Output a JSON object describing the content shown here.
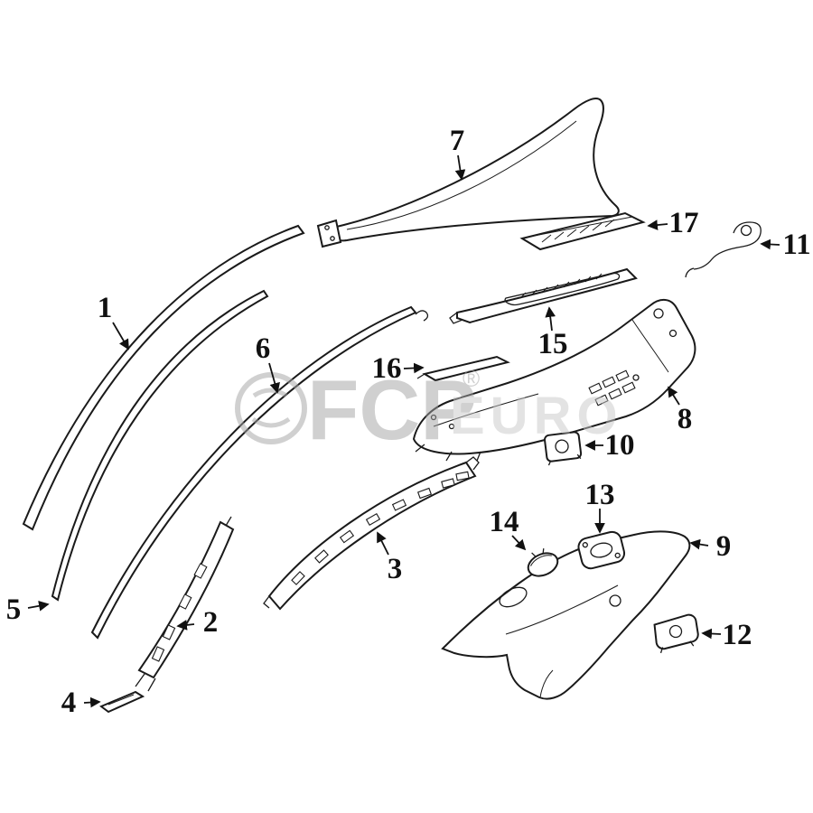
{
  "watermark": {
    "fcp": "FCP",
    "reg": "®",
    "euro": "EURO"
  },
  "callouts": [
    {
      "label": "1"
    },
    {
      "label": "2"
    },
    {
      "label": "3"
    },
    {
      "label": "4"
    },
    {
      "label": "5"
    },
    {
      "label": "6"
    },
    {
      "label": "7"
    },
    {
      "label": "8"
    },
    {
      "label": "9"
    },
    {
      "label": "10"
    },
    {
      "label": "11"
    },
    {
      "label": "12"
    },
    {
      "label": "13"
    },
    {
      "label": "14"
    },
    {
      "label": "15"
    },
    {
      "label": "16"
    },
    {
      "label": "17"
    }
  ],
  "colors": {
    "line": "#1a1a1a",
    "label": "#111111",
    "watermark_dark": "#a2a2a2",
    "watermark_light": "#c9c9c9",
    "background": "#ffffff"
  }
}
